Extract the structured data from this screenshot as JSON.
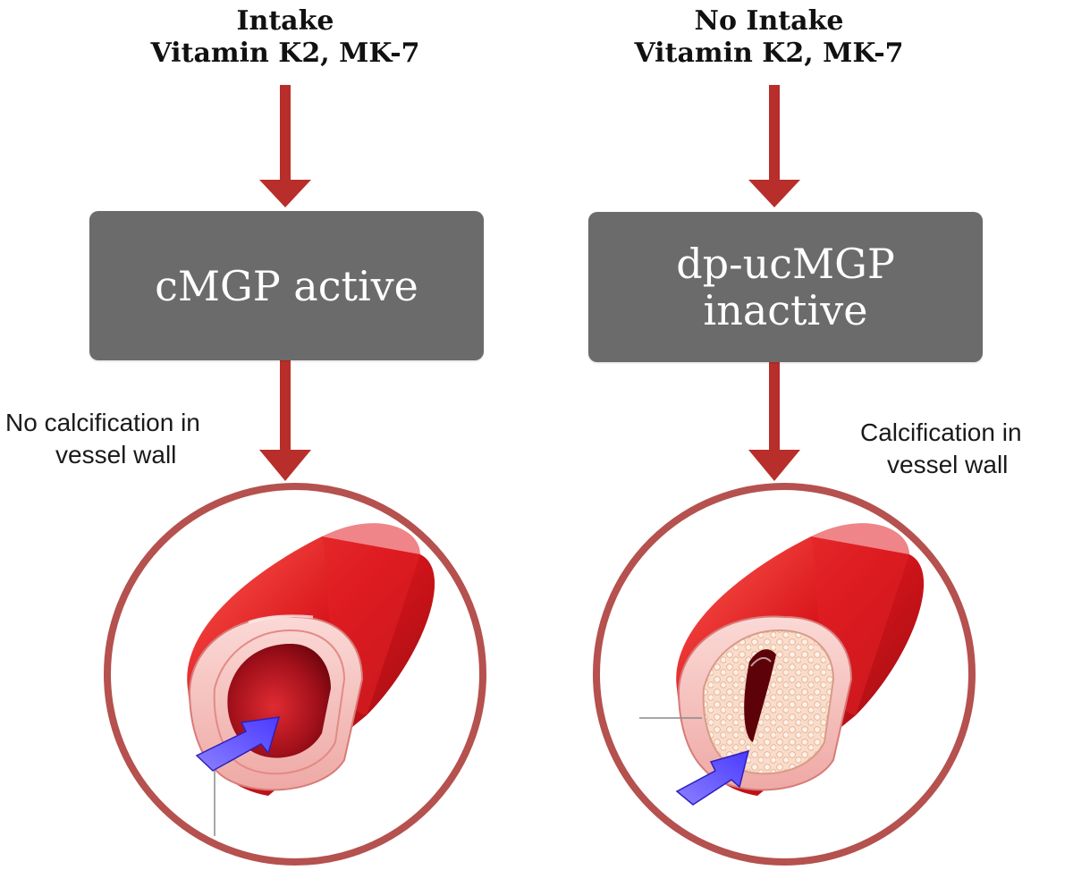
{
  "colors": {
    "arrow": "#b82e2a",
    "box_fill": "#6b6b6b",
    "box_text": "#ffffff",
    "circle_stroke": "#b5514e",
    "vessel_red": "#c7161c",
    "flow_arrow": "#6a5cff"
  },
  "left_panel": {
    "heading_line1": "Intake",
    "heading_line2": "Vitamin K2, MK-7",
    "state_line1": "cMGP active",
    "outcome_line1": "No calcification in",
    "outcome_line2": "vessel wall",
    "illustration": "healthy-artery-cross-section"
  },
  "right_panel": {
    "heading_line1": "No Intake",
    "heading_line2": "Vitamin K2, MK-7",
    "state_line1": "dp-ucMGP",
    "state_line2": "inactive",
    "outcome_line1": "Calcification in",
    "outcome_line2": "vessel wall",
    "illustration": "calcified-artery-cross-section"
  }
}
